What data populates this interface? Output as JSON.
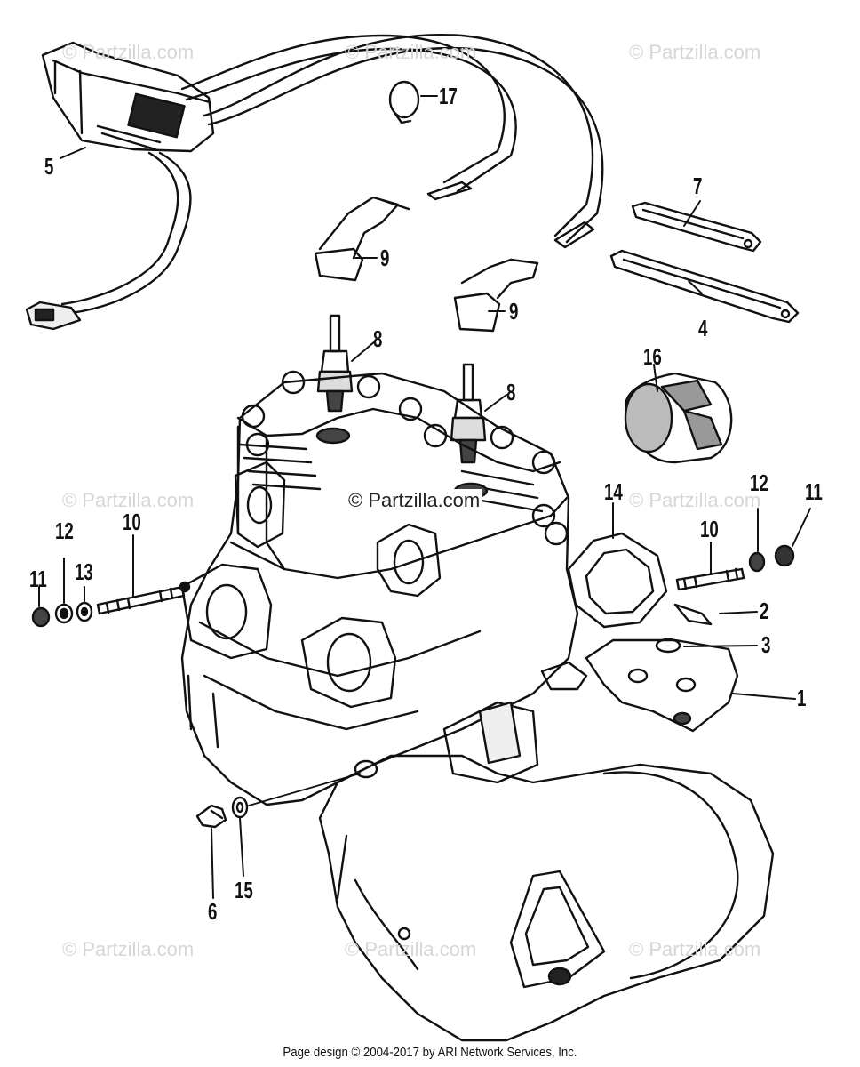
{
  "watermark": "© Partzilla.com",
  "footer": "Page design © 2004-2017 by ARI Network Services, Inc.",
  "callouts": [
    "5",
    "17",
    "7",
    "9",
    "9",
    "4",
    "8",
    "8",
    "16",
    "12",
    "11",
    "14",
    "10",
    "10",
    "2",
    "3",
    "1",
    "11",
    "12",
    "13",
    "6",
    "15"
  ]
}
